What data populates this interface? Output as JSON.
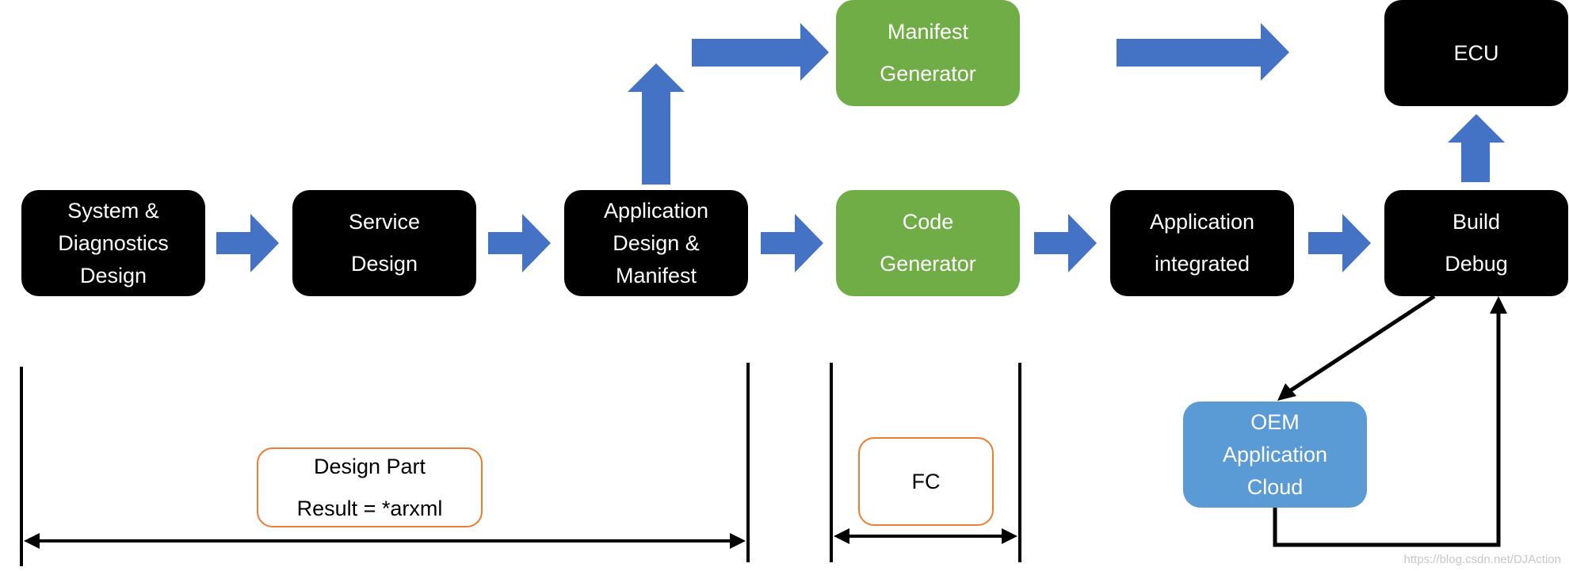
{
  "colors": {
    "black_box": "#000000",
    "green_box": "#70ad47",
    "cloud_box": "#5b9bd5",
    "block_arrow": "#4472c4",
    "outline_box": "#ed7d31",
    "line": "#000000"
  },
  "nodes": {
    "system_diagnostics": [
      "System &",
      "Diagnostics",
      "Design"
    ],
    "service_design": [
      "Service",
      "Design"
    ],
    "application_design": [
      "Application",
      "Design &",
      "Manifest"
    ],
    "manifest_generator": [
      "Manifest",
      "Generator"
    ],
    "code_generator": [
      "Code",
      "Generator"
    ],
    "application_integrated": [
      "Application",
      "integrated"
    ],
    "ecu": [
      "ECU"
    ],
    "build_debug": [
      "Build",
      "Debug"
    ],
    "oem_cloud": [
      "OEM",
      "Application",
      "Cloud"
    ]
  },
  "annotations": {
    "design_part": [
      "Design Part",
      "Result = *arxml"
    ],
    "fc": [
      "FC"
    ]
  },
  "watermark": "https://blog.csdn.net/DJAction"
}
